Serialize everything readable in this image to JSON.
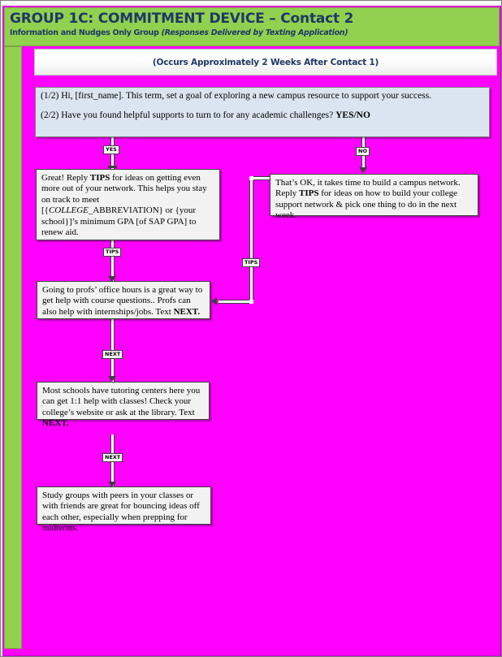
{
  "header": {
    "title": "GROUP 1C: COMMITMENT DEVICE – Contact 2",
    "subtitle_plain": "Information and Nudges Only Group ",
    "subtitle_italic": "(Responses Delivered by Texting Application)"
  },
  "subbanner": {
    "text": "(Occurs Approximately 2 Weeks After Contact 1)"
  },
  "nodes": {
    "intro": {
      "line1": "(1/2) Hi, [first_name]. This term, set a goal of exploring a new campus resource to support your success.",
      "line2_a": "(2/2) Have you found helpful supports to turn to for any academic challenges? ",
      "line2_b": "YES/NO"
    },
    "yes_branch": {
      "a": "Great! Reply ",
      "b": "TIPS",
      "c": " for ideas on getting even more out of your network. This helps you stay on track to meet [{",
      "d": "COLLEGE",
      "e": "_ABBREVIATION} or {your school}]’s minimum GPA [of SAP GPA] to renew aid."
    },
    "no_branch": {
      "a": "That’s OK, it takes time to build a campus network. Reply ",
      "b": "TIPS",
      "c": " for ideas on how to build your college support network & pick one thing to do in the next week."
    },
    "office_hours": {
      "a": "Going to profs’ office hours is a great way to get help with course questions.. Profs can also help with internships/jobs. Text ",
      "b": "NEXT."
    },
    "tutoring": {
      "a": "Most schools have tutoring centers here you can get 1:1 help with classes! Check your college’s website or ask at the library. Text ",
      "b": "NEXT."
    },
    "study_groups": {
      "a": "Study groups with peers in your classes or with friends are great for bouncing ideas off each other, especially when prepping for midterms."
    }
  },
  "edge_labels": {
    "yes": "YES",
    "no": "NO",
    "tips_left": "TIPS",
    "tips_right": "TIPS",
    "next_1": "NEXT",
    "next_2": "NEXT"
  },
  "colors": {
    "header_green": "#92d050",
    "header_text_navy": "#1f3864",
    "canvas_magenta": "#ff00ff",
    "intro_node_fill": "#dbe5f1",
    "node_fill": "#f2f2f2",
    "connector_stroke": "#3f3f3f"
  }
}
